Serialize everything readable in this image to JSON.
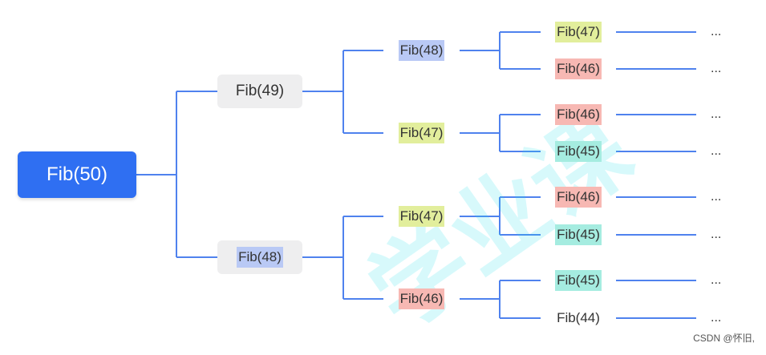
{
  "tree": {
    "root": {
      "label": "Fib(50)"
    },
    "level1": [
      {
        "label": "Fib(49)"
      },
      {
        "label": "Fib(48)",
        "highlight": "#b9c9f5"
      }
    ],
    "level2": [
      {
        "label": "Fib(48)",
        "highlight": "#b9c9f5"
      },
      {
        "label": "Fib(47)",
        "highlight": "#e2ee9c"
      },
      {
        "label": "Fib(47)",
        "highlight": "#e2ee9c"
      },
      {
        "label": "Fib(46)",
        "highlight": "#f7b8b3"
      }
    ],
    "level3": [
      {
        "label": "Fib(47)",
        "highlight": "#e2ee9c"
      },
      {
        "label": "Fib(46)",
        "highlight": "#f7b8b3"
      },
      {
        "label": "Fib(46)",
        "highlight": "#f7b8b3"
      },
      {
        "label": "Fib(45)",
        "highlight": "#a5ece0"
      },
      {
        "label": "Fib(46)",
        "highlight": "#f7b8b3"
      },
      {
        "label": "Fib(45)",
        "highlight": "#a5ece0"
      },
      {
        "label": "Fib(45)",
        "highlight": "#a5ece0"
      },
      {
        "label": "Fib(44)",
        "highlight": ""
      }
    ],
    "ellipsis": "..."
  },
  "colors": {
    "connector": "#4f82ee",
    "root_fill": "#2f6ff2"
  },
  "footer": {
    "credit": "CSDN @怀旧,"
  },
  "watermark": {
    "text": "学业课"
  }
}
